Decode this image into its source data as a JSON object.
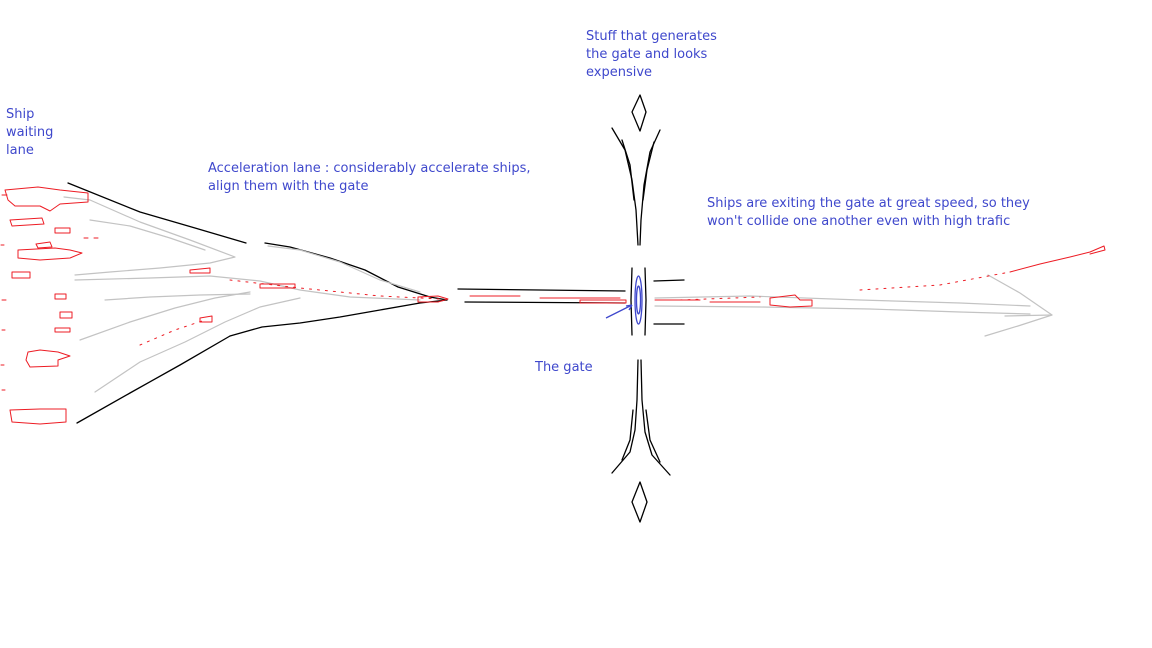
{
  "labels": {
    "ship_waiting_lane": "Ship\nwaiting\nlane",
    "acceleration_lane": "Acceleration lane : considerably accelerate ships,\nalign them with the gate",
    "generator": "Stuff that generates\nthe gate and looks\nexpensive",
    "exit": "Ships are exiting the gate at great speed, so they\nwon't collide one another even with high trafic",
    "gate": "The gate"
  },
  "colors": {
    "text": "#3f48cc",
    "ships": "#ed1c24",
    "structure": "#000000",
    "flow_lines": "#c3c3c3"
  }
}
